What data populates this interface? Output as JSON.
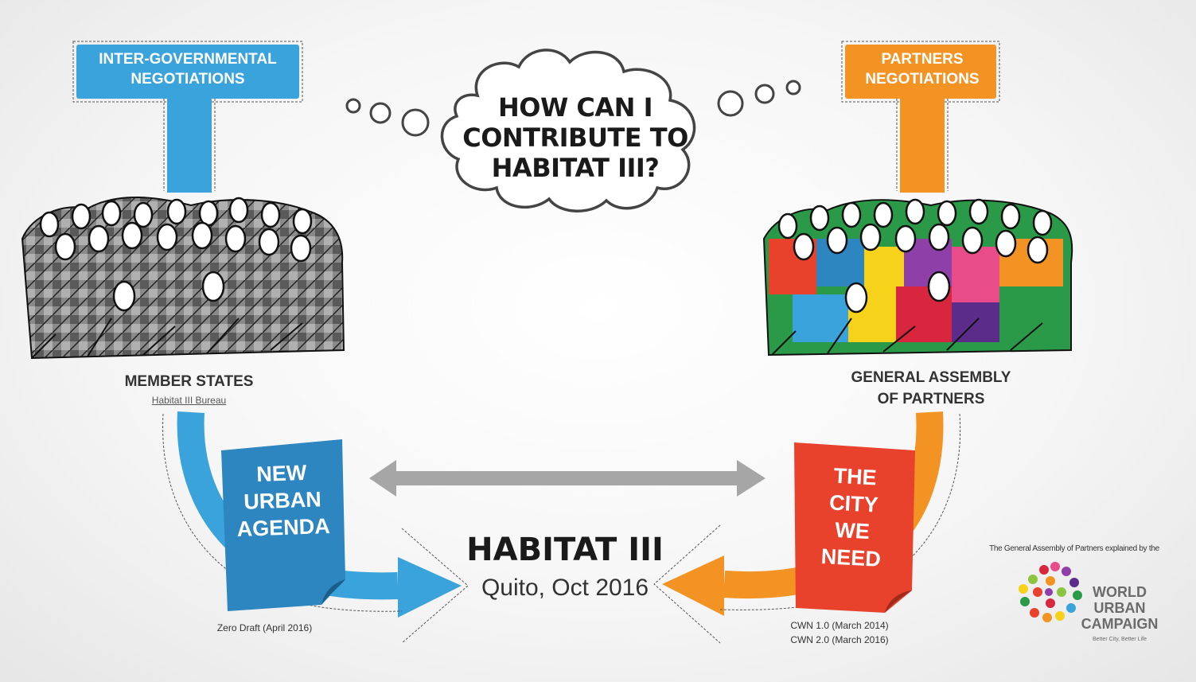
{
  "top_left_box": {
    "label": "INTER-GOVERNMENTAL\nNEGOTIATIONS",
    "color": "#3aa3dc"
  },
  "top_right_box": {
    "label": "PARTNERS\nNEGOTIATIONS",
    "color": "#f39324"
  },
  "thought_cloud": {
    "text": "HOW CAN I\nCONTRIBUTE TO\nHABITAT III?"
  },
  "left_group": {
    "title": "MEMBER STATES",
    "subtitle": "Habitat III Bureau",
    "crowd_style": "grayscale"
  },
  "right_group": {
    "title": "GENERAL ASSEMBLY\nOF PARTNERS",
    "crowd_style": "multicolor"
  },
  "left_document": {
    "title": "NEW\nURBAN\nAGENDA",
    "note": "Zero Draft (April 2016)",
    "color": "#2e86c1"
  },
  "right_document": {
    "title": "THE\nCITY\nWE\nNEED",
    "note_1": "CWN 1.0 (March 2014)",
    "note_2": "CWN 2.0 (March 2016)",
    "color": "#e8412c"
  },
  "center": {
    "title": "HABITAT III",
    "subtitle": "Quito, Oct 2016"
  },
  "connector": {
    "color": "#a6a6a6",
    "direction": "bidirectional"
  },
  "campaign": {
    "caption": "The General Assembly of Partners explained by the",
    "name": "WORLD\nURBAN\nCAMPAIGN",
    "tagline": "Better City, Better Life"
  }
}
